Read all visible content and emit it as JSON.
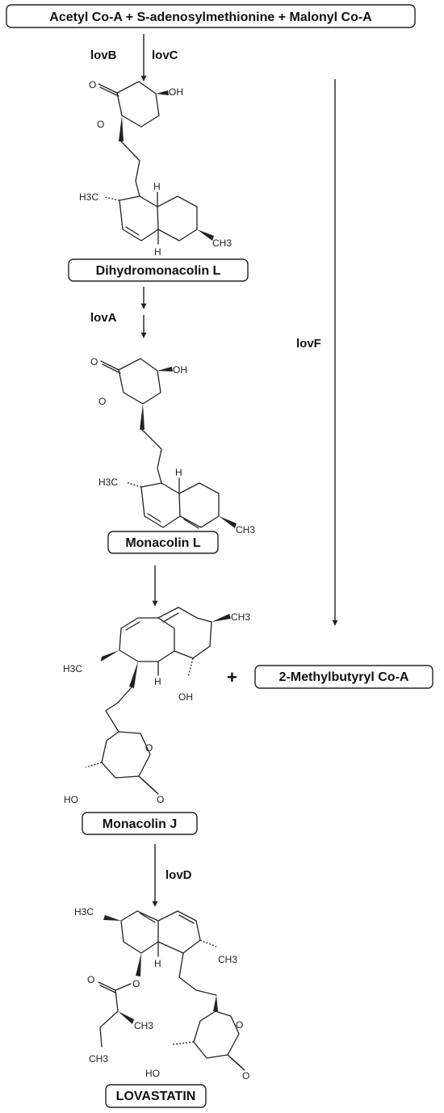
{
  "diagram": {
    "start_label": "Acetyl Co-A + S-adenosylmethionine + Malonyl Co-A",
    "enzymes": {
      "lovB": "lovB",
      "lovC": "lovC",
      "lovA": "lovA",
      "lovF": "lovF",
      "lovD": "lovD"
    },
    "compounds": {
      "dihydromonacolin_l": "Dihydromonacolin L",
      "monacolin_l": "Monacolin L",
      "monacolin_j": "Monacolin J",
      "lovastatin": "LOVASTATIN",
      "methylbutyryl": "2-Methylbutyryl Co-A"
    },
    "plus": "+",
    "atoms": {
      "O": "O",
      "OH": "OH",
      "HO": "HO",
      "H": "H",
      "H3C": "H3C",
      "CH3": "CH3"
    }
  }
}
